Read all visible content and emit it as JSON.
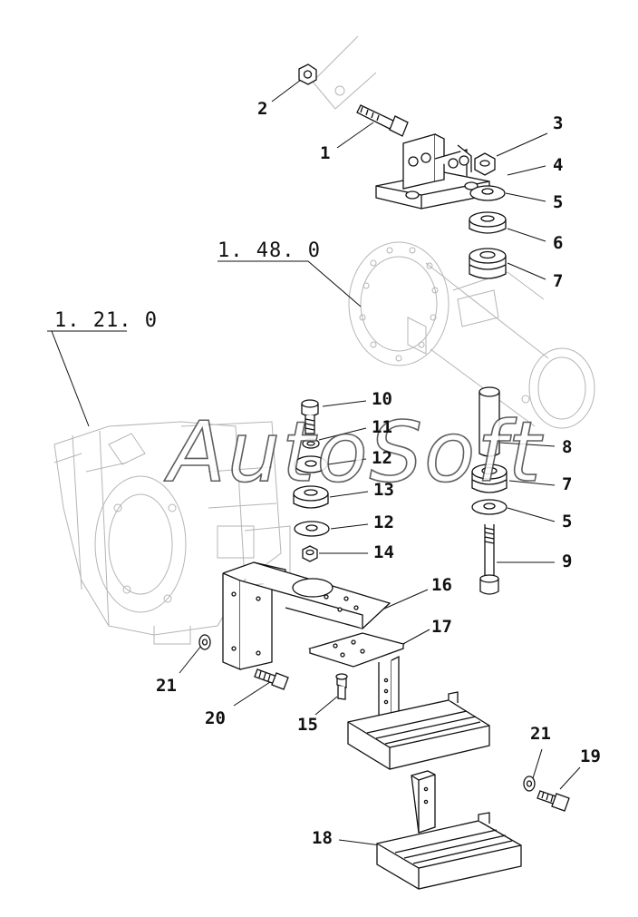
{
  "refs": {
    "axle": "1. 48. 0",
    "frame": "1. 21. 0"
  },
  "watermark": "AutoSoft",
  "parts": {
    "p1": "1",
    "p2": "2",
    "p3": "3",
    "p4": "4",
    "p5a": "5",
    "p6": "6",
    "p7a": "7",
    "p10": "10",
    "p11": "11",
    "p12a": "12",
    "p8": "8",
    "p13": "13",
    "p7b": "7",
    "p12b": "12",
    "p5b": "5",
    "p14": "14",
    "p9": "9",
    "p16": "16",
    "p17": "17",
    "p21a": "21",
    "p20": "20",
    "p15": "15",
    "p21b": "21",
    "p19": "19",
    "p18": "18"
  },
  "colors": {
    "line": "#111111",
    "ghost": "#b5b5b5"
  }
}
